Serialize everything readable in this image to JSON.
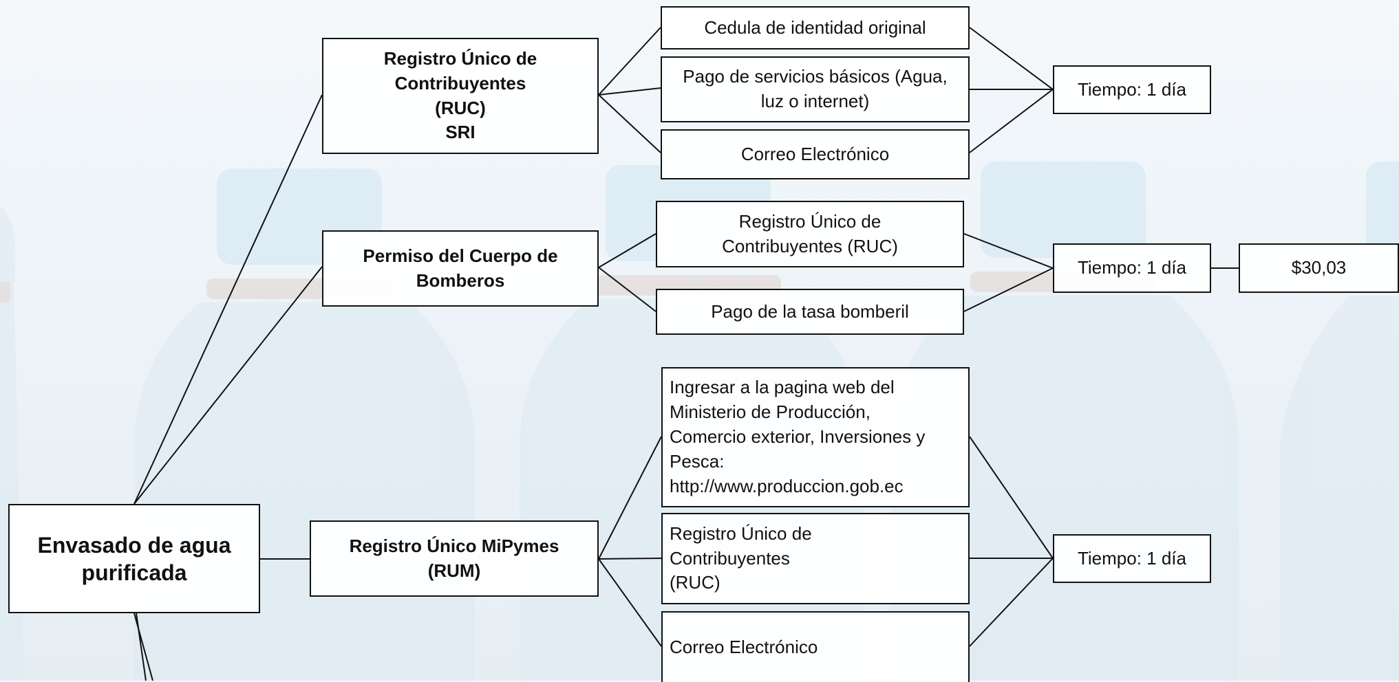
{
  "root": {
    "label": "Envasado de agua\npurificada"
  },
  "branches": [
    {
      "title": "Registro Único de\nContribuyentes\n(RUC)\nSRI",
      "requirements": [
        "Cedula de identidad original",
        "Pago de servicios básicos (Agua,\nluz o internet)",
        "Correo Electrónico"
      ],
      "time": "Tiempo: 1 día"
    },
    {
      "title": "Permiso del Cuerpo de\nBomberos",
      "requirements": [
        "Registro Único de\nContribuyentes (RUC)",
        "Pago de la tasa bomberil"
      ],
      "time": "Tiempo: 1 día",
      "cost": "$30,03"
    },
    {
      "title": "Registro Único MiPymes\n(RUM)",
      "requirements": [
        "Ingresar a la pagina web del\nMinisterio de Producción,\nComercio exterior, Inversiones y\nPesca:\nhttp://www.produccion.gob.ec",
        "Registro Único de\nContribuyentes\n(RUC)",
        "Correo Electrónico"
      ],
      "time": "Tiempo: 1 día"
    }
  ]
}
